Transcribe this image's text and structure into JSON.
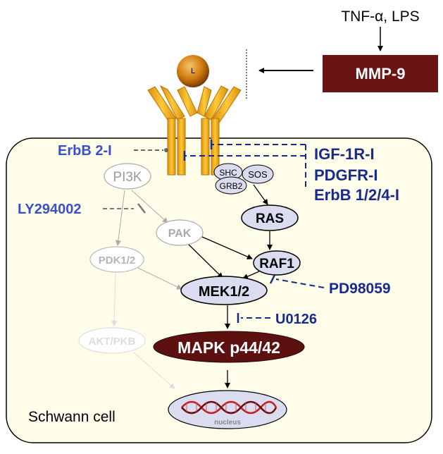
{
  "stimulus": "TNF-α, LPS",
  "mmp9": "MMP-9",
  "ligand": "L",
  "cell_label": "Schwann cell",
  "nodes": {
    "shc": "SHC",
    "sos": "SOS",
    "grb2": "GRB2",
    "ras": "RAS",
    "raf1": "RAF1",
    "mek": "MEK1/2",
    "mapk": "MAPK p44/42",
    "pi3k": "PI3K",
    "pak": "PAK",
    "pdk": "PDK1/2",
    "akt": "AKT/PKB",
    "nucleus": "nucleus"
  },
  "inhibitors": {
    "erbb2": "ErbB 2-I",
    "ly": "LY294002",
    "igf": "IGF-1R-I",
    "pdgfr": "PDGFR-I",
    "erbb124": "ErbB 1/2/4-I",
    "pd98059": "PD98059",
    "u0126": "U0126"
  },
  "colors": {
    "mmp9_fill": "#6b1414",
    "mapk_fill": "#5c1010",
    "inhibitor_blue": "#1a2a8c",
    "inhibitor_light": "#3a4fc8",
    "receptor": "#f4b21c",
    "node_fill": "#dcdcf0",
    "cell_fill": "#fdfdea"
  }
}
